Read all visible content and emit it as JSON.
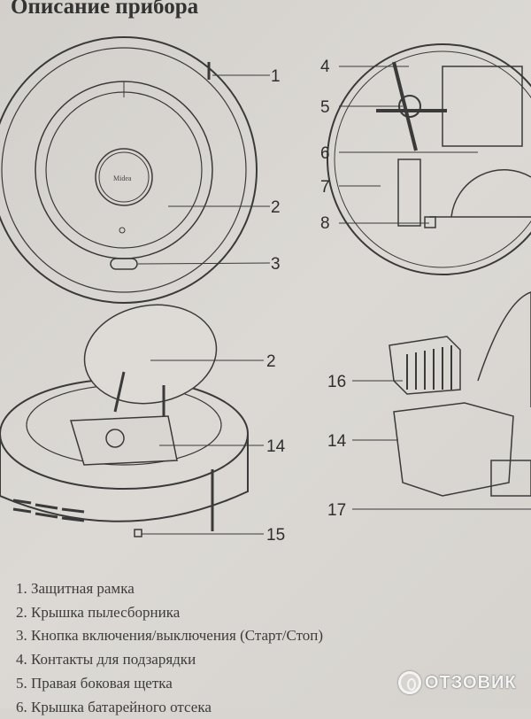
{
  "title": "Описание прибора",
  "callouts": {
    "c1": "1",
    "c2_top": "2",
    "c3": "3",
    "c4": "4",
    "c5": "5",
    "c6": "6",
    "c7": "7",
    "c8": "8",
    "c2_mid": "2",
    "c14_left": "14",
    "c15": "15",
    "c16": "16",
    "c14_right": "14",
    "c17": "17"
  },
  "device_text": {
    "brand": "Midea"
  },
  "list": [
    "1. Защитная рамка",
    "2. Крышка пылесборника",
    "3. Кнопка включения/выключения (Старт/Стоп)",
    "4. Контакты для подзарядки",
    "5. Правая боковая щетка",
    "6. Крышка батарейного отсека"
  ],
  "watermark": "ОТЗОВИК"
}
